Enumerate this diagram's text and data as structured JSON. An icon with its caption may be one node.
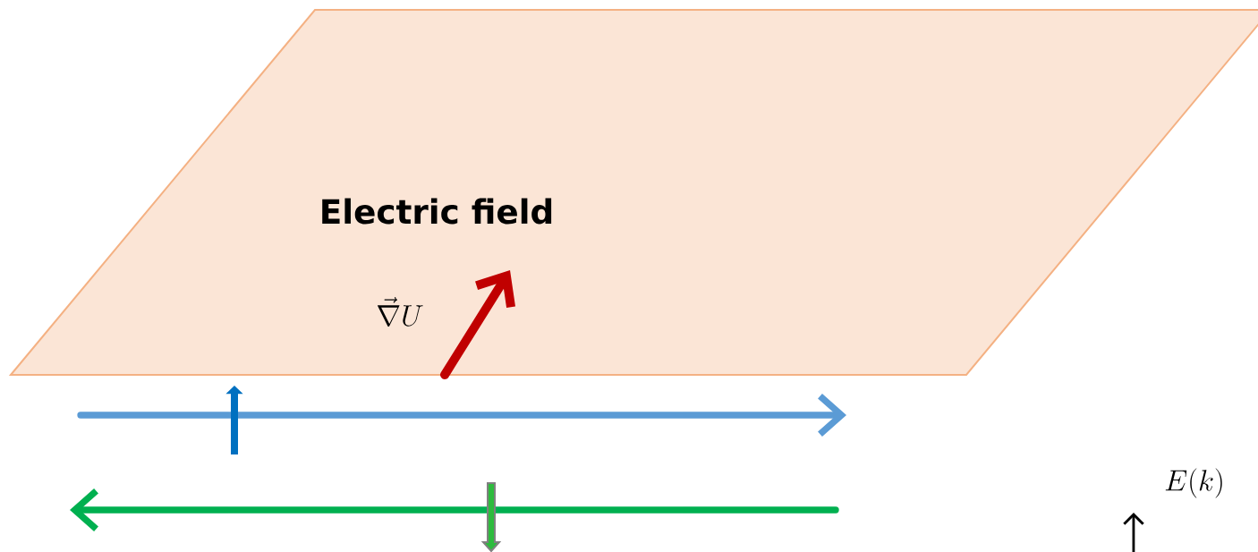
{
  "diagram": {
    "nodes": [
      {
        "text": [
          "Electric field"
        ]
      }
    ],
    "labels": [
      "\\vec{\\nabla} U",
      "E(k)"
    ]
  }
}
